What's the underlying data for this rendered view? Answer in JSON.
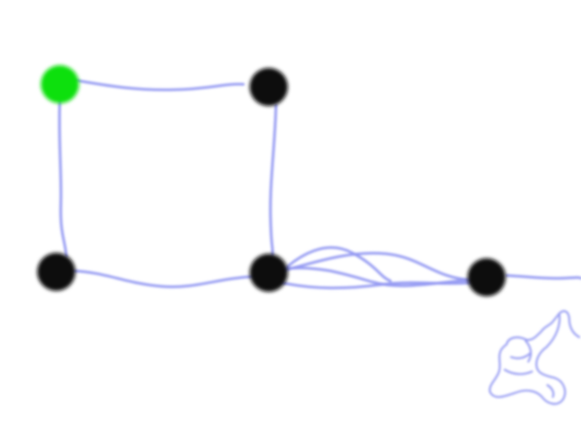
{
  "colors": {
    "background": "#ffffff",
    "stroke": "#8f95f2",
    "node": "#111111",
    "active_node": "#11e011"
  },
  "nodes": [
    {
      "name": "node-top-left",
      "active": true
    },
    {
      "name": "node-top-right",
      "active": false
    },
    {
      "name": "node-bottom-left",
      "active": false
    },
    {
      "name": "node-bottom-middle",
      "active": false
    },
    {
      "name": "node-bottom-right",
      "active": false
    }
  ],
  "edges": [
    {
      "name": "edge-top-left-to-top-right",
      "from": "node-top-left",
      "to": "node-top-right"
    },
    {
      "name": "edge-top-left-to-bottom-left",
      "from": "node-top-left",
      "to": "node-bottom-left"
    },
    {
      "name": "edge-top-right-to-bottom-middle",
      "from": "node-top-right",
      "to": "node-bottom-middle"
    },
    {
      "name": "edge-bottom-left-to-bottom-middle",
      "from": "node-bottom-left",
      "to": "node-bottom-middle"
    },
    {
      "name": "edge-bottom-middle-to-bottom-right",
      "from": "node-bottom-middle",
      "to": "node-bottom-right"
    },
    {
      "name": "edge-bottom-right-to-off-canvas",
      "from": "node-bottom-right",
      "to": "off-canvas"
    }
  ],
  "annotations": [
    {
      "name": "freehand-doodle",
      "kind": "hand-drawn sketch"
    }
  ]
}
